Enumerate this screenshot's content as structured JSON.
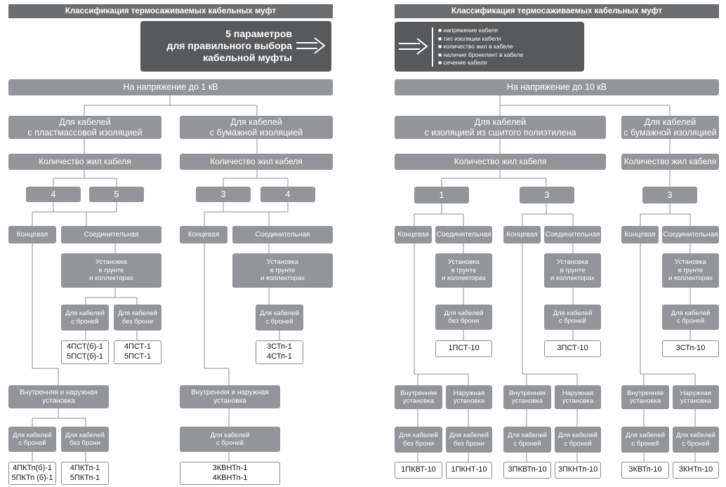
{
  "left": {
    "header": "Классификация термосаживаемых кабельных муфт",
    "params_line1": "5 параметров",
    "params_line2": "для правильного выбора",
    "params_line3": "кабельной муфты",
    "voltage": "На напряжение до 1 кВ",
    "plastic_1": "Для кабелей",
    "plastic_2": "с пластмассовой изоляцией",
    "paper_1": "Для кабелей",
    "paper_2": "с бумажной изоляцией",
    "cores": "Количество жил кабеля",
    "n4": "4",
    "n5": "5",
    "n3": "3",
    "end": "Концевая",
    "joint": "Соединительная",
    "install_1": "Установка",
    "install_2": "в грунте",
    "install_3": "и коллекторах",
    "armored_1": "Для кабелей",
    "armored_2": "с броней",
    "unarmored_1": "Для кабелей",
    "unarmored_2": "без брони",
    "p_a1": "4ПСТ(б)-1",
    "p_a2": "5ПСТ(б)-1",
    "p_b1": "4ПСТ-1",
    "p_b2": "5ПСТ-1",
    "p_c1": "3СТп-1",
    "p_c2": "4СТп-1",
    "inout_1": "Внутренняя и наружная",
    "inout_2": "установка",
    "p_d1": "4ПКТп(б)-1",
    "p_d2": "5ПКТп (б)-1",
    "p_e1": "4ПКТп-1",
    "p_e2": "5ПКТп-1",
    "p_f1": "3КВНТп-1",
    "p_f2": "4КВНТп-1"
  },
  "right": {
    "header": "Классификация термосаживаемых кабельных муфт",
    "params": [
      "напряжение кабеля",
      "тип изоляции кабеля",
      "количество жил в кабеле",
      "наличие бронелент в кабеле",
      "сечение кабеля"
    ],
    "voltage": "На напряжение до 10 кВ",
    "xlpe_1": "Для кабелей",
    "xlpe_2": "с изоляцией из сшитого полиэтилена",
    "paper_1": "Для кабелей",
    "paper_2": "с бумажной изоляцией",
    "cores": "Количество жил кабеля",
    "n1": "1",
    "n3": "3",
    "end": "Концевая",
    "joint": "Соединительная",
    "install_1": "Установка",
    "install_2": "в грунте",
    "install_3": "и коллекторах",
    "unarmored_1": "Для кабелей",
    "unarmored_2": "без брони",
    "armored_1": "Для кабелей",
    "armored_2": "с броней",
    "p1": "1ПСТ-10",
    "p2": "3ПСТ-10",
    "p3": "3СТп-10",
    "inner_1": "Внутренняя",
    "inner_2": "установка",
    "outer_1": "Наружная",
    "outer_2": "установка",
    "q1": "1ПКВТ-10",
    "q2": "1ПКНТ-10",
    "q3": "3ПКВТп-10",
    "q4": "3ПКНТп-10",
    "q5": "3КВТп-10",
    "q6": "3КНТп-10"
  }
}
